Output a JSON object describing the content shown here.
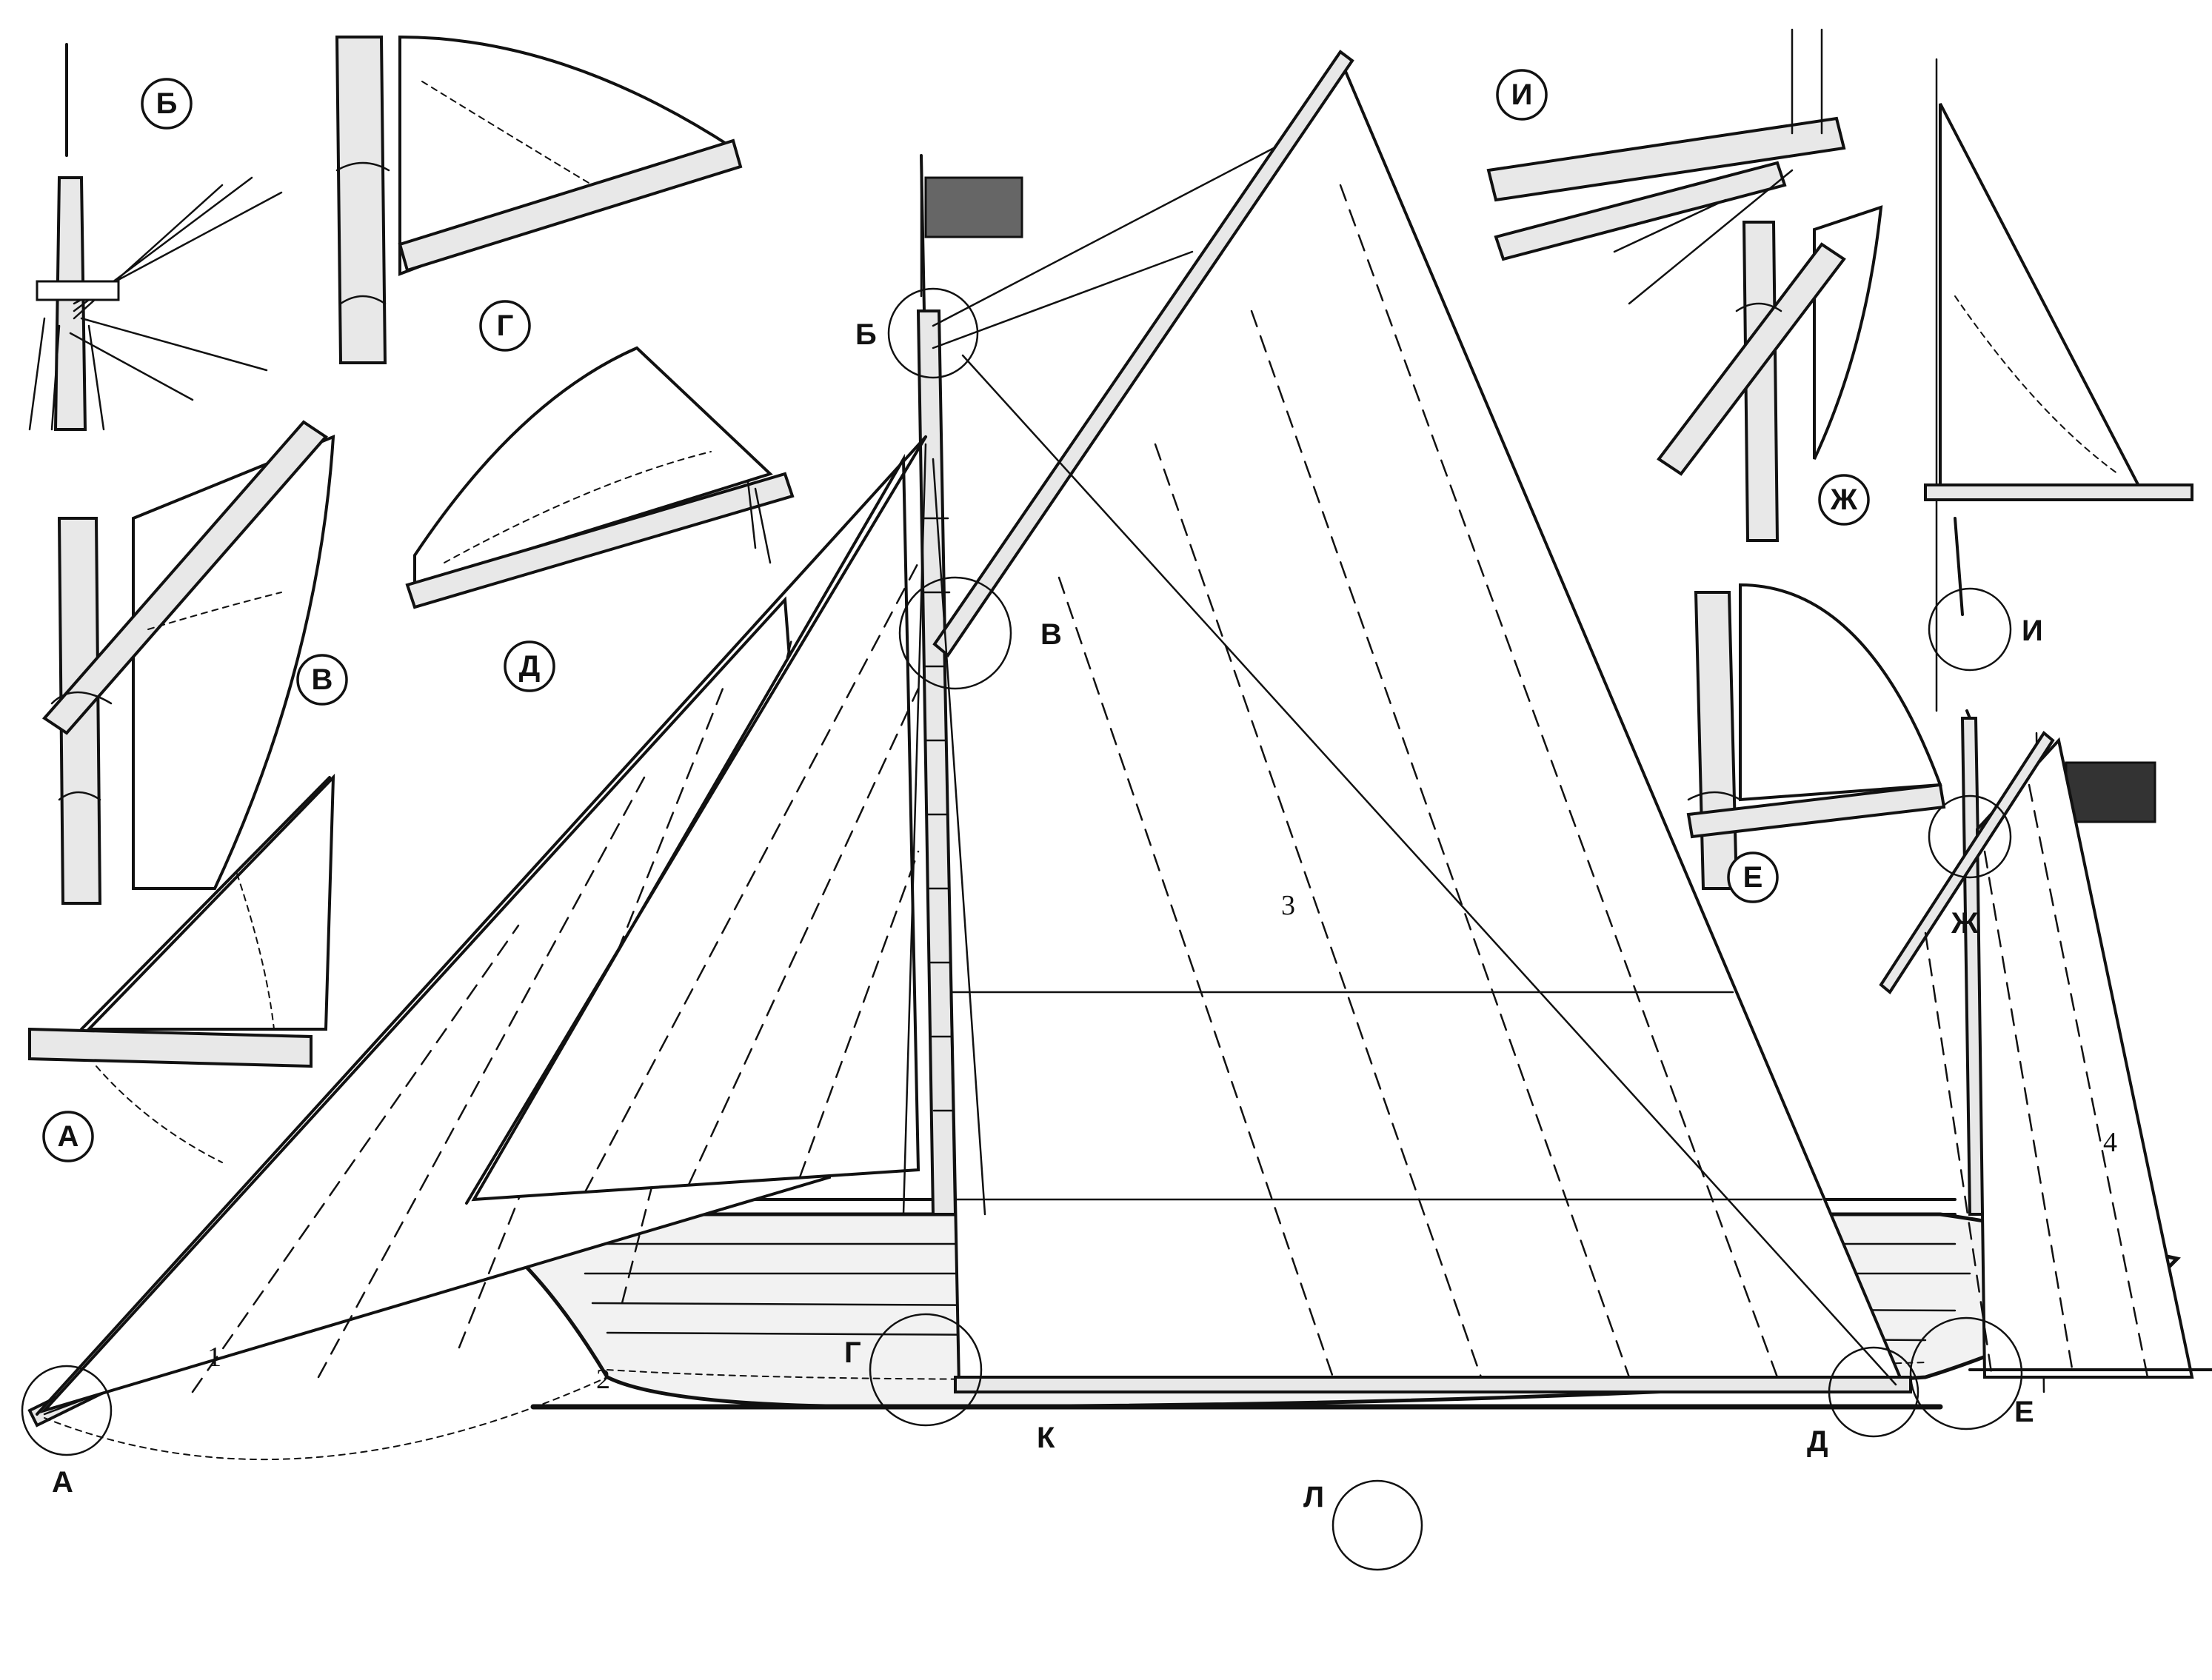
{
  "detail_labels": {
    "A": "А",
    "B": "Б",
    "V": "В",
    "G": "Г",
    "D": "Д",
    "E": "Е",
    "ZH": "Ж",
    "I": "И",
    "K": "К",
    "L": "Л"
  },
  "sail_numbers": [
    "1",
    "2",
    "3",
    "4"
  ]
}
